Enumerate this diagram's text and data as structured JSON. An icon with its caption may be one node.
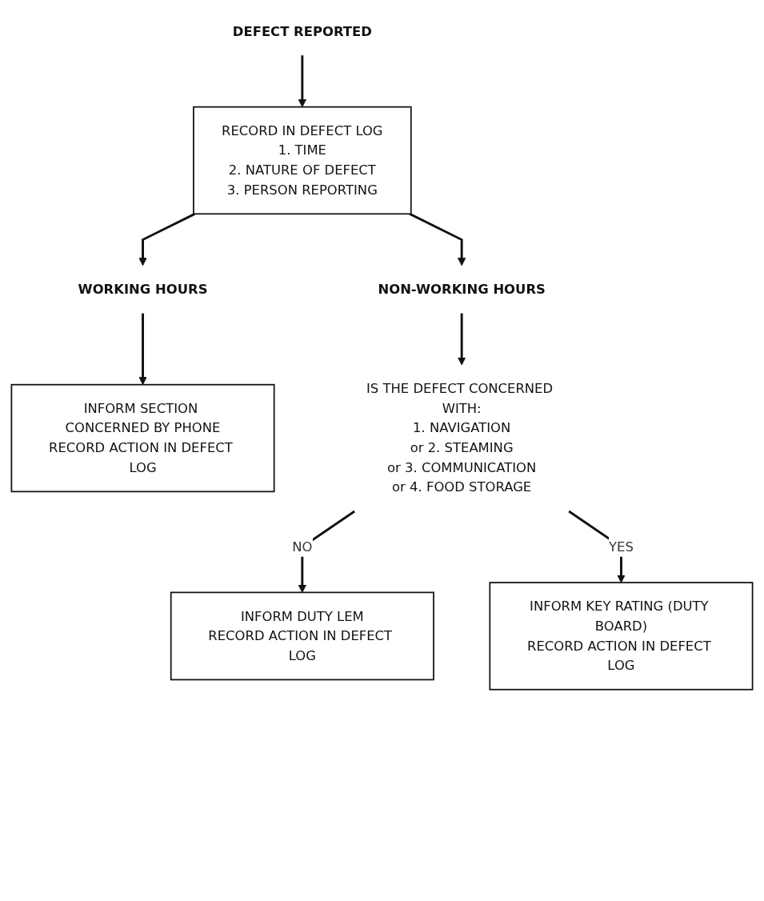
{
  "diagram": {
    "nodes": [
      {
        "text": [
          "DEFECT REPORTED"
        ]
      },
      {
        "text": [
          "RECORD IN DEFECT LOG",
          "1. TIME",
          "2. NATURE OF DEFECT",
          "3. PERSON REPORTING"
        ]
      },
      {
        "text": [
          "WORKING HOURS"
        ]
      },
      {
        "text": [
          "NON-WORKING HOURS"
        ]
      },
      {
        "text": [
          "INFORM SECTION CONCERNED BY PHONE",
          "RECORD ACTION IN DEFECT LOG"
        ]
      },
      {
        "text": [
          "IS THE DEFECT CONCERNED WITH:",
          "1. NAVIGATION",
          "or 2. STEAMING",
          "or 3. COMMUNICATION",
          "or 4. FOOD STORAGE"
        ]
      },
      {
        "text": [
          "INFORM DUTY LEM",
          "RECORD ACTION IN DEFECT LOG"
        ]
      },
      {
        "text": [
          "INFORM KEY RATING (DUTY BOARD)",
          "RECORD ACTION IN DEFECT LOG"
        ]
      }
    ],
    "edges": [
      {
        "from": 0,
        "to": 1,
        "arrow": "to"
      },
      {
        "from": 1,
        "to": 2,
        "arrow": "to"
      },
      {
        "from": 1,
        "to": 3,
        "arrow": "to"
      },
      {
        "from": 2,
        "to": 4,
        "arrow": "to"
      },
      {
        "from": 3,
        "to": 5,
        "arrow": "to"
      },
      {
        "from": 5,
        "to": 6,
        "label": "NO",
        "arrow": "to"
      },
      {
        "from": 5,
        "to": 7,
        "label": "YES",
        "arrow": "to"
      }
    ]
  }
}
